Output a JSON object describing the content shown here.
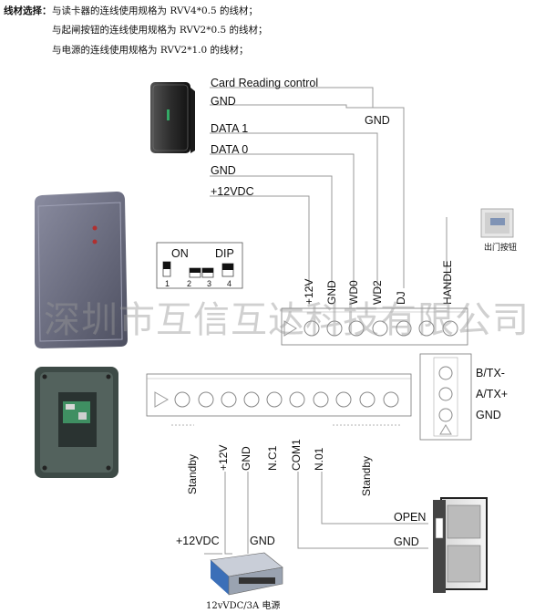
{
  "header": {
    "label": "线材选择：",
    "lines": [
      "与读卡器的连线使用规格为 RVV4*0.5 的线材；",
      "与起闸按钮的连线使用规格为 RVV2*0.5 的线材；",
      "与电源的连线使用规格为 RVV2*1.0 的线材；"
    ]
  },
  "reader_wires": {
    "card_reading_control": "Card Reading control",
    "gnd_top": "GND",
    "gnd_branch": "GND",
    "data1": "DATA 1",
    "data0": "DATA 0",
    "gnd": "GND",
    "v12": "+12VDC"
  },
  "dip": {
    "on_label": "ON",
    "dip_label": "DIP",
    "numbers": [
      "1",
      "2",
      "3",
      "4"
    ]
  },
  "exit_button_caption": "出门按钮",
  "top_terminal_labels": [
    "+12V",
    "GND",
    "WD0",
    "WD2",
    "DJ",
    "HANDLE"
  ],
  "watermark": "深圳市互信互达科技有限公司",
  "side_terminal_labels": [
    "B/TX-",
    "A/TX+",
    "GND"
  ],
  "bottom_terminal_labels": [
    "Standby",
    "+12V",
    "GND",
    "N.C1",
    "COM1",
    "N.01",
    "Standby"
  ],
  "door_labels": {
    "open": "OPEN",
    "gnd": "GND"
  },
  "power": {
    "v12": "+12VDC",
    "gnd": "GND",
    "caption": "12vVDC/3A 电源"
  }
}
